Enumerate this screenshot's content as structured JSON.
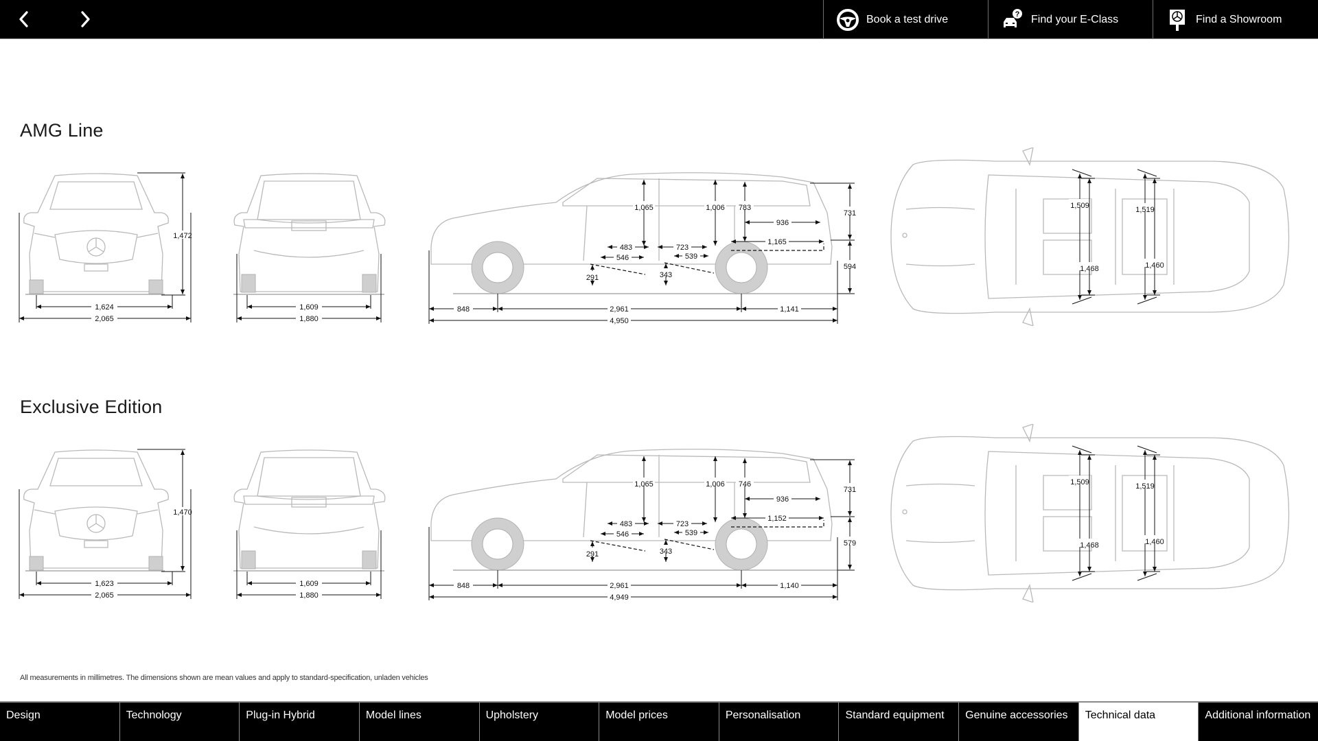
{
  "topbar": {
    "prev_label": "Previous page",
    "next_label": "Next page",
    "actions": [
      {
        "label": "Book a test drive",
        "icon": "steering-wheel-icon"
      },
      {
        "label": "Find your E-Class",
        "icon": "car-question-icon"
      },
      {
        "label": "Find a Showroom",
        "icon": "showroom-sign-icon"
      }
    ]
  },
  "sections": [
    {
      "title": "AMG Line",
      "front": {
        "height": "1,472",
        "track": "1,624",
        "width_mirrors": "2,065"
      },
      "rear": {
        "track": "1,609",
        "width": "1,880"
      },
      "side": {
        "front_headroom": "1,065",
        "rear_headroom": "1,006",
        "cargo_height": "783",
        "cargo_length_top": "936",
        "cargo_length_floor": "1,165",
        "front_legroom_a": "483",
        "front_legroom_b": "546",
        "rear_legroom_a": "723",
        "rear_legroom_b": "539",
        "front_seat_height": "291",
        "rear_seat_height": "343",
        "rear_upper_height": "731",
        "loading_sill_height": "594",
        "front_overhang": "848",
        "wheelbase": "2,961",
        "rear_overhang": "1,141",
        "length": "4,950"
      },
      "top": {
        "front_shoulder": "1,509",
        "front_elbow": "1,468",
        "rear_shoulder": "1,519",
        "rear_elbow": "1,460"
      }
    },
    {
      "title": "Exclusive Edition",
      "front": {
        "height": "1,470",
        "track": "1,623",
        "width_mirrors": "2,065"
      },
      "rear": {
        "track": "1,609",
        "width": "1,880"
      },
      "side": {
        "front_headroom": "1,065",
        "rear_headroom": "1,006",
        "cargo_height": "746",
        "cargo_length_top": "936",
        "cargo_length_floor": "1,152",
        "front_legroom_a": "483",
        "front_legroom_b": "546",
        "rear_legroom_a": "723",
        "rear_legroom_b": "539",
        "front_seat_height": "291",
        "rear_seat_height": "343",
        "rear_upper_height": "731",
        "loading_sill_height": "579",
        "front_overhang": "848",
        "wheelbase": "2,961",
        "rear_overhang": "1,140",
        "length": "4,949"
      },
      "top": {
        "front_shoulder": "1,509",
        "front_elbow": "1,468",
        "rear_shoulder": "1,519",
        "rear_elbow": "1,460"
      }
    }
  ],
  "footnote": "All measurements in millimetres. The dimensions shown are mean values and apply to standard-specification, unladen vehicles",
  "bottomnav": {
    "active_index": 9,
    "tabs": [
      {
        "label": "Design"
      },
      {
        "label": "Technology"
      },
      {
        "label": "Plug-in Hybrid"
      },
      {
        "label": "Model lines"
      },
      {
        "label": "Upholstery"
      },
      {
        "label": "Model prices"
      },
      {
        "label": "Personalisation"
      },
      {
        "label": "Standard equipment"
      },
      {
        "label": "Genuine accessories"
      },
      {
        "label": "Technical data"
      },
      {
        "label": "Additional information"
      }
    ]
  },
  "colors": {
    "bar_bg": "#000000",
    "active_tab_bg": "#ffffff",
    "drawing_grey": "#b9b9b9"
  }
}
